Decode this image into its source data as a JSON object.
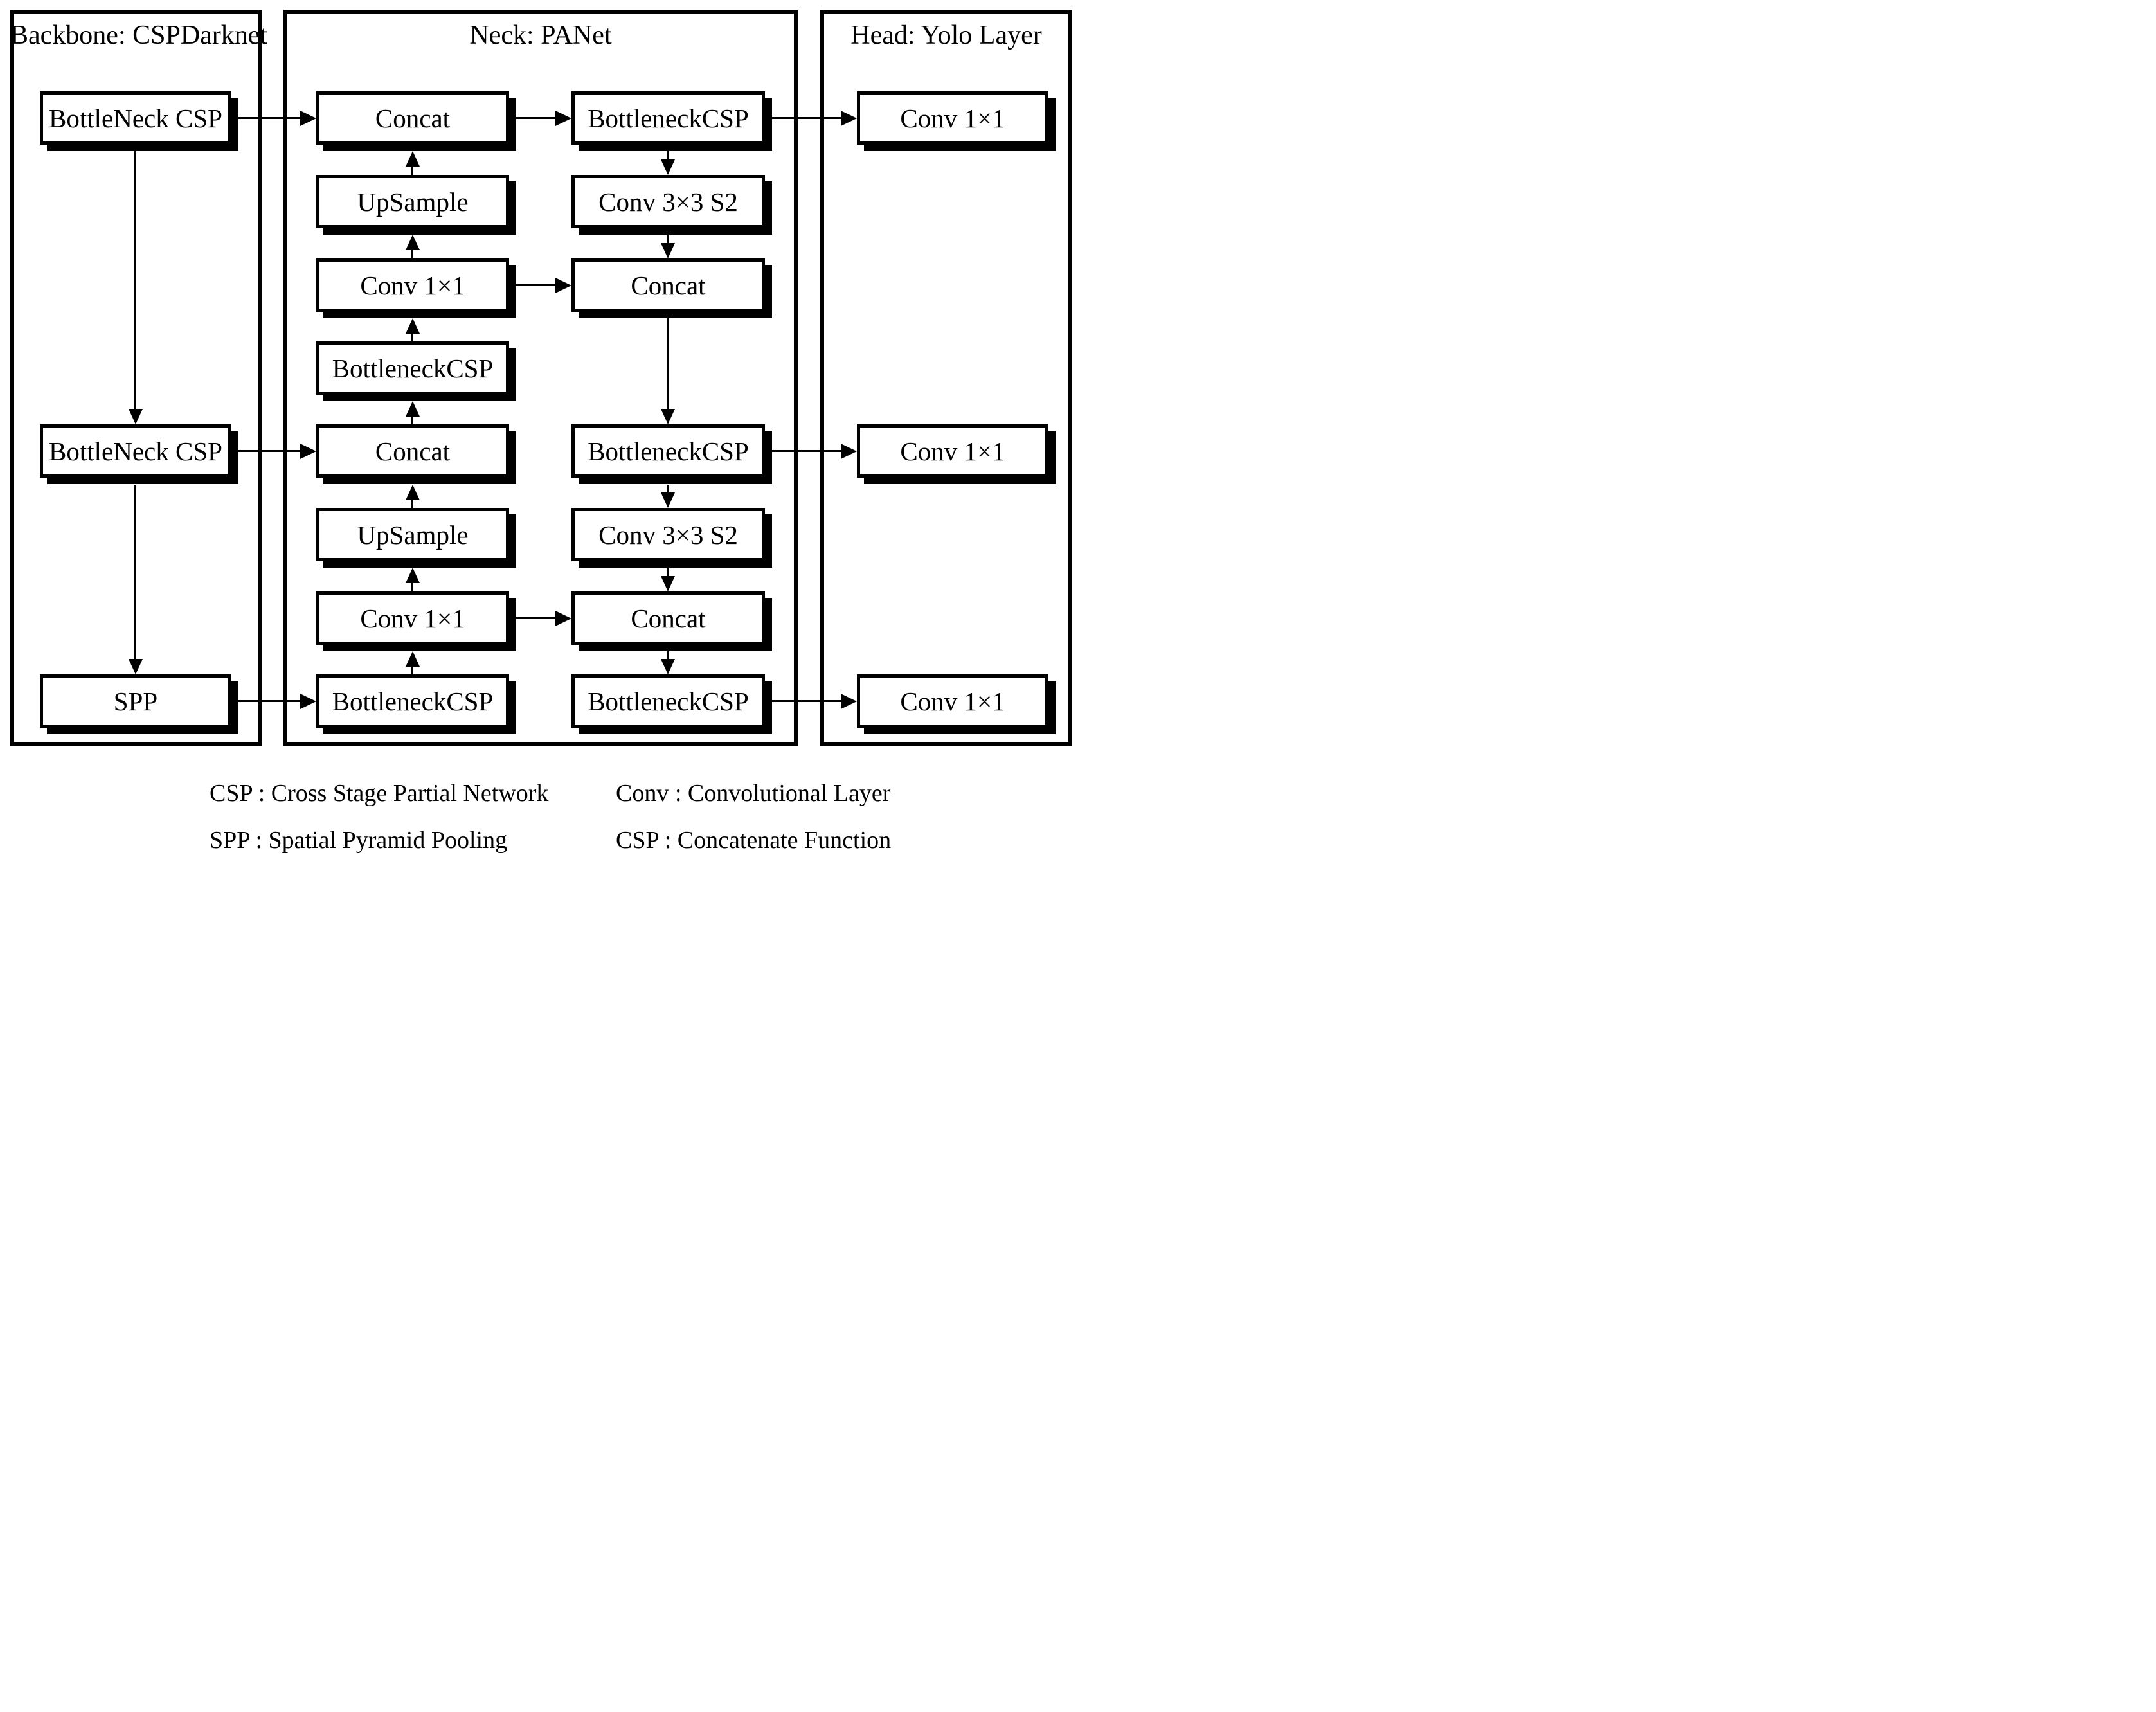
{
  "panels": {
    "backbone": {
      "title": "Backbone: CSPDarknet"
    },
    "neck": {
      "title": "Neck: PANet"
    },
    "head": {
      "title": "Head: Yolo Layer"
    }
  },
  "boxes": {
    "a1": "BottleNeck CSP",
    "a5": "BottleNeck CSP",
    "a8": "SPP",
    "b1": "Concat",
    "b2": "UpSample",
    "b3": "Conv 1×1",
    "b4": "BottleneckCSP",
    "b5": "Concat",
    "b6": "UpSample",
    "b7": "Conv 1×1",
    "b8": "BottleneckCSP",
    "c1": "BottleneckCSP",
    "c2": "Conv 3×3 S2",
    "c3": "Concat",
    "c5": "BottleneckCSP",
    "c6": "Conv 3×3 S2",
    "c7": "Concat",
    "c8": "BottleneckCSP",
    "d1": "Conv 1×1",
    "d5": "Conv 1×1",
    "d8": "Conv 1×1"
  },
  "legend": {
    "csp_network": "CSP : Cross Stage Partial Network",
    "conv_layer": "Conv : Convolutional Layer",
    "spp": "SPP : Spatial Pyramid Pooling",
    "csp_function": "CSP : Concatenate Function"
  },
  "colors": {
    "ink": "#000000",
    "paper": "#ffffff"
  }
}
